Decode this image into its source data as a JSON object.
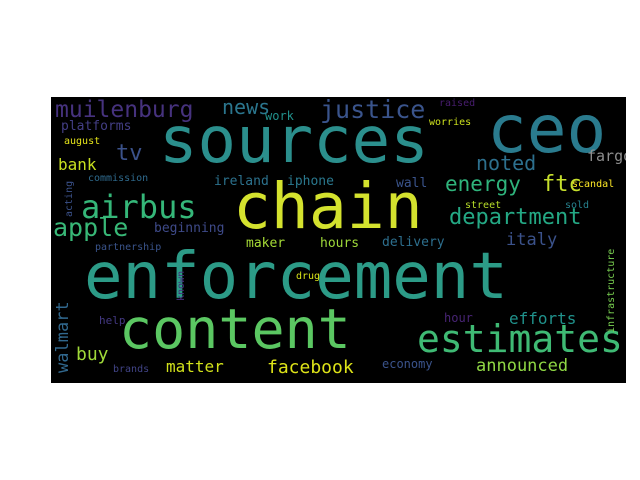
{
  "words": [
    {
      "text": "enforcement",
      "color": "#2c9b87",
      "vertical": false
    },
    {
      "text": "sources",
      "color": "#2b8f8d",
      "vertical": false
    },
    {
      "text": "chain",
      "color": "#d4e22e",
      "vertical": false
    },
    {
      "text": "content",
      "color": "#5bc762",
      "vertical": false
    },
    {
      "text": "ceo",
      "color": "#2a7b8e",
      "vertical": false
    },
    {
      "text": "estimates",
      "color": "#3fba74",
      "vertical": false
    },
    {
      "text": "airbus",
      "color": "#35b779",
      "vertical": false
    },
    {
      "text": "department",
      "color": "#24a884",
      "vertical": false
    },
    {
      "text": "muilenburg",
      "color": "#46327e",
      "vertical": false
    },
    {
      "text": "justice",
      "color": "#3a548c",
      "vertical": false
    },
    {
      "text": "apple",
      "color": "#38b877",
      "vertical": false
    },
    {
      "text": "energy",
      "color": "#2fb47c",
      "vertical": false
    },
    {
      "text": "news",
      "color": "#2b768e",
      "vertical": false
    },
    {
      "text": "noted",
      "color": "#2d708e",
      "vertical": false
    },
    {
      "text": "ftc",
      "color": "#c6df2c",
      "vertical": false
    },
    {
      "text": "tv",
      "color": "#3b528b",
      "vertical": false
    },
    {
      "text": "walmart",
      "color": "#31688e",
      "vertical": true
    },
    {
      "text": "facebook",
      "color": "#dde318",
      "vertical": false
    },
    {
      "text": "matter",
      "color": "#d2e21b",
      "vertical": false
    },
    {
      "text": "announced",
      "color": "#8fd744",
      "vertical": false
    },
    {
      "text": "efforts",
      "color": "#20928c",
      "vertical": false
    },
    {
      "text": "bank",
      "color": "#c8e020",
      "vertical": false
    },
    {
      "text": "buy",
      "color": "#a0da39",
      "vertical": false
    },
    {
      "text": "italy",
      "color": "#3b528b",
      "vertical": false
    },
    {
      "text": "fargo",
      "color": "#8e8e8e",
      "vertical": false
    },
    {
      "text": "maker",
      "color": "#a6db36",
      "vertical": false
    },
    {
      "text": "hours",
      "color": "#9fda3a",
      "vertical": false
    },
    {
      "text": "beginning",
      "color": "#3e4a89",
      "vertical": false
    },
    {
      "text": "delivery",
      "color": "#2d6f8e",
      "vertical": false
    },
    {
      "text": "platforms",
      "color": "#433e85",
      "vertical": false
    },
    {
      "text": "work",
      "color": "#21918c",
      "vertical": false
    },
    {
      "text": "ireland",
      "color": "#2c728e",
      "vertical": false
    },
    {
      "text": "iphone",
      "color": "#2a788e",
      "vertical": false
    },
    {
      "text": "wall",
      "color": "#3a548c",
      "vertical": false
    },
    {
      "text": "street",
      "color": "#b8de29",
      "vertical": false
    },
    {
      "text": "sold",
      "color": "#26828e",
      "vertical": false
    },
    {
      "text": "economy",
      "color": "#3a538b",
      "vertical": false
    },
    {
      "text": "hour",
      "color": "#482475",
      "vertical": false
    },
    {
      "text": "raised",
      "color": "#481d6f",
      "vertical": false
    },
    {
      "text": "worries",
      "color": "#cde11d",
      "vertical": false
    },
    {
      "text": "scandal",
      "color": "#fde725",
      "vertical": false
    },
    {
      "text": "august",
      "color": "#e5e419",
      "vertical": false
    },
    {
      "text": "commission",
      "color": "#2f6b8e",
      "vertical": false
    },
    {
      "text": "acting",
      "color": "#3b528b",
      "vertical": true
    },
    {
      "text": "partnership",
      "color": "#3a548c",
      "vertical": false
    },
    {
      "text": "drug",
      "color": "#d8e219",
      "vertical": false
    },
    {
      "text": "help",
      "color": "#443983",
      "vertical": false
    },
    {
      "text": "brands",
      "color": "#414487",
      "vertical": false
    },
    {
      "text": "known",
      "color": "#472d7b",
      "vertical": true
    },
    {
      "text": "infrastructure",
      "color": "#7ad151",
      "vertical": true
    }
  ]
}
